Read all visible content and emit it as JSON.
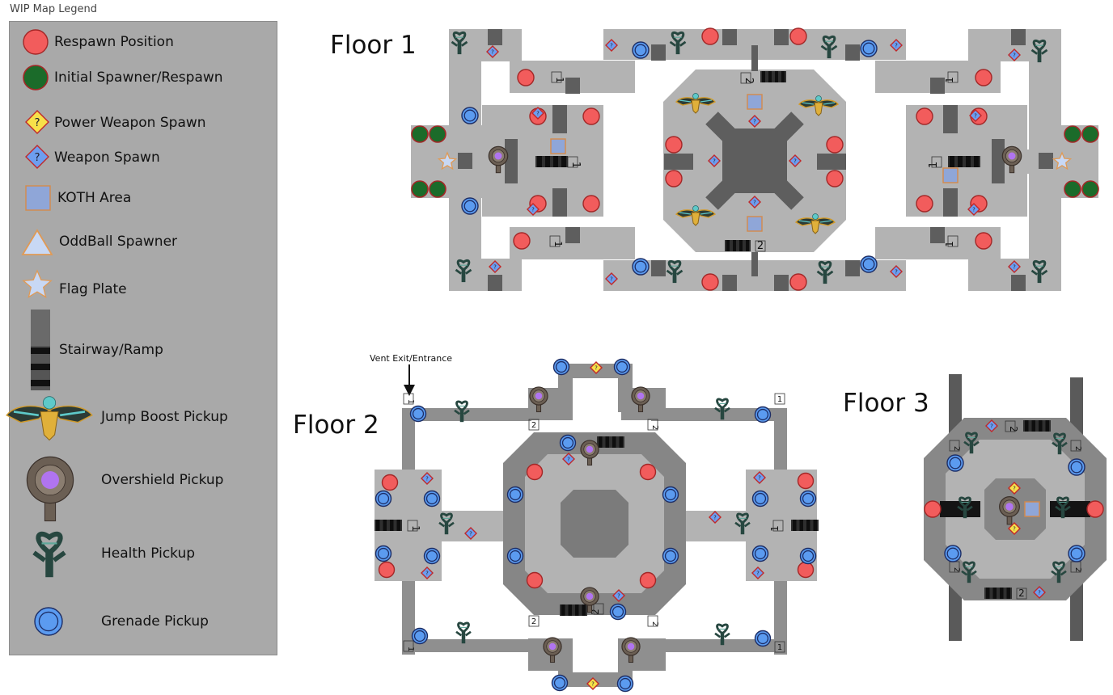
{
  "legend": {
    "caption": "WIP Map Legend",
    "items": [
      {
        "label": "Respawn Position",
        "icon": "respawn-icon"
      },
      {
        "label": "Initial Spawner/Respawn",
        "icon": "initial-spawner-icon"
      },
      {
        "label": "Power Weapon Spawn",
        "icon": "power-weapon-icon"
      },
      {
        "label": "Weapon Spawn",
        "icon": "weapon-icon"
      },
      {
        "label": "KOTH Area",
        "icon": "koth-icon"
      },
      {
        "label": "OddBall Spawner",
        "icon": "oddball-icon"
      },
      {
        "label": "Flag Plate",
        "icon": "flag-plate-icon"
      },
      {
        "label": "Stairway/Ramp",
        "icon": "stairway-icon"
      },
      {
        "label": "Jump Boost Pickup",
        "icon": "jump-boost-icon"
      },
      {
        "label": "Overshield Pickup",
        "icon": "overshield-icon"
      },
      {
        "label": "Health Pickup",
        "icon": "health-icon"
      },
      {
        "label": "Grenade Pickup",
        "icon": "grenade-icon"
      }
    ]
  },
  "floors": {
    "floor1_title": "Floor 1",
    "floor2_title": "Floor 2",
    "floor3_title": "Floor 3",
    "vent_label": "Vent Exit/Entrance"
  },
  "marks": {
    "weapon": "?",
    "stair1": "1",
    "stair2": "2"
  },
  "colors": {
    "respawn": "#f25c5c",
    "initial": "#1b6b2a",
    "power_weapon": "#f7e04a",
    "weapon": "#6d9ef0",
    "koth": "#8fa6d8",
    "grenade": "#5b9bf0",
    "overshield": "#b074f0",
    "jump": "#d19a2a",
    "health": "#274740",
    "floor_light": "#b3b3b3",
    "floor_mid": "#8a8a8a",
    "floor_dark": "#5e5e5e",
    "legend_bg": "#a9a9a9"
  }
}
